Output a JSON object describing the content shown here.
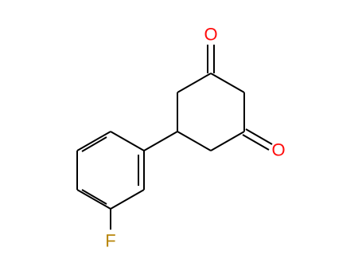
{
  "molecule": {
    "atoms": {
      "oxygen_top": {
        "element": "O",
        "label": "O",
        "color": "#ff0d0d"
      },
      "oxygen_right": {
        "element": "O",
        "label": "O",
        "color": "#ff0d0d"
      },
      "fluorine": {
        "element": "F",
        "label": "F",
        "color": "#b8860b"
      }
    },
    "bond_color": "#000000"
  }
}
